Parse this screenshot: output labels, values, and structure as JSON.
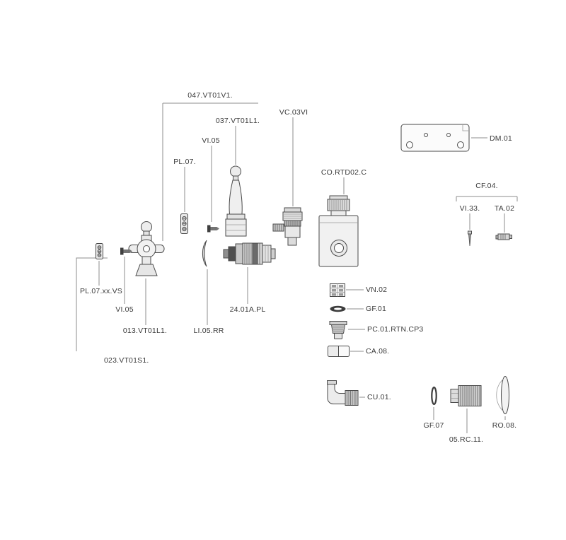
{
  "page": {
    "title": "Exploded parts diagram",
    "background_color": "#ffffff",
    "line_color": "#4a4a4a",
    "leader_color": "#8c8c8c",
    "text_color": "#3b3b3b"
  },
  "parts": {
    "group_047": {
      "label": "047.VT01V1."
    },
    "handle_037": {
      "label": "037.VT01L1."
    },
    "cartridge_vc03": {
      "label": "VC.03VI"
    },
    "screw_vi05_top": {
      "label": "VI.05"
    },
    "plate_pl07": {
      "label": "PL.07."
    },
    "bracket_dm01": {
      "label": "DM.01"
    },
    "body_rtd02": {
      "label": "CO.RTD02.C"
    },
    "group_cf04": {
      "label": "CF.04."
    },
    "needle_vi33": {
      "label": "VI.33."
    },
    "plug_ta02": {
      "label": "TA.02"
    },
    "strip_pl07xx": {
      "label": "PL.07.xx.VS"
    },
    "screw_vi05_bot": {
      "label": "VI.05"
    },
    "handle_013": {
      "label": "013.VT01L1."
    },
    "cartridge_2401": {
      "label": "24.01A.PL"
    },
    "clip_li05": {
      "label": "LI.05.RR"
    },
    "group_023": {
      "label": "023.VT01S1."
    },
    "valve_vn02": {
      "label": "VN.02"
    },
    "gasket_gf01": {
      "label": "GF.01"
    },
    "filter_pc01": {
      "label": "PC.01.RTN.CP3"
    },
    "sleeve_ca08": {
      "label": "CA.08."
    },
    "elbow_cu01": {
      "label": "CU.01."
    },
    "oring_gf07": {
      "label": "GF.07"
    },
    "nipple_05rc11": {
      "label": "05.RC.11."
    },
    "washer_ro08": {
      "label": "RO.08."
    }
  }
}
